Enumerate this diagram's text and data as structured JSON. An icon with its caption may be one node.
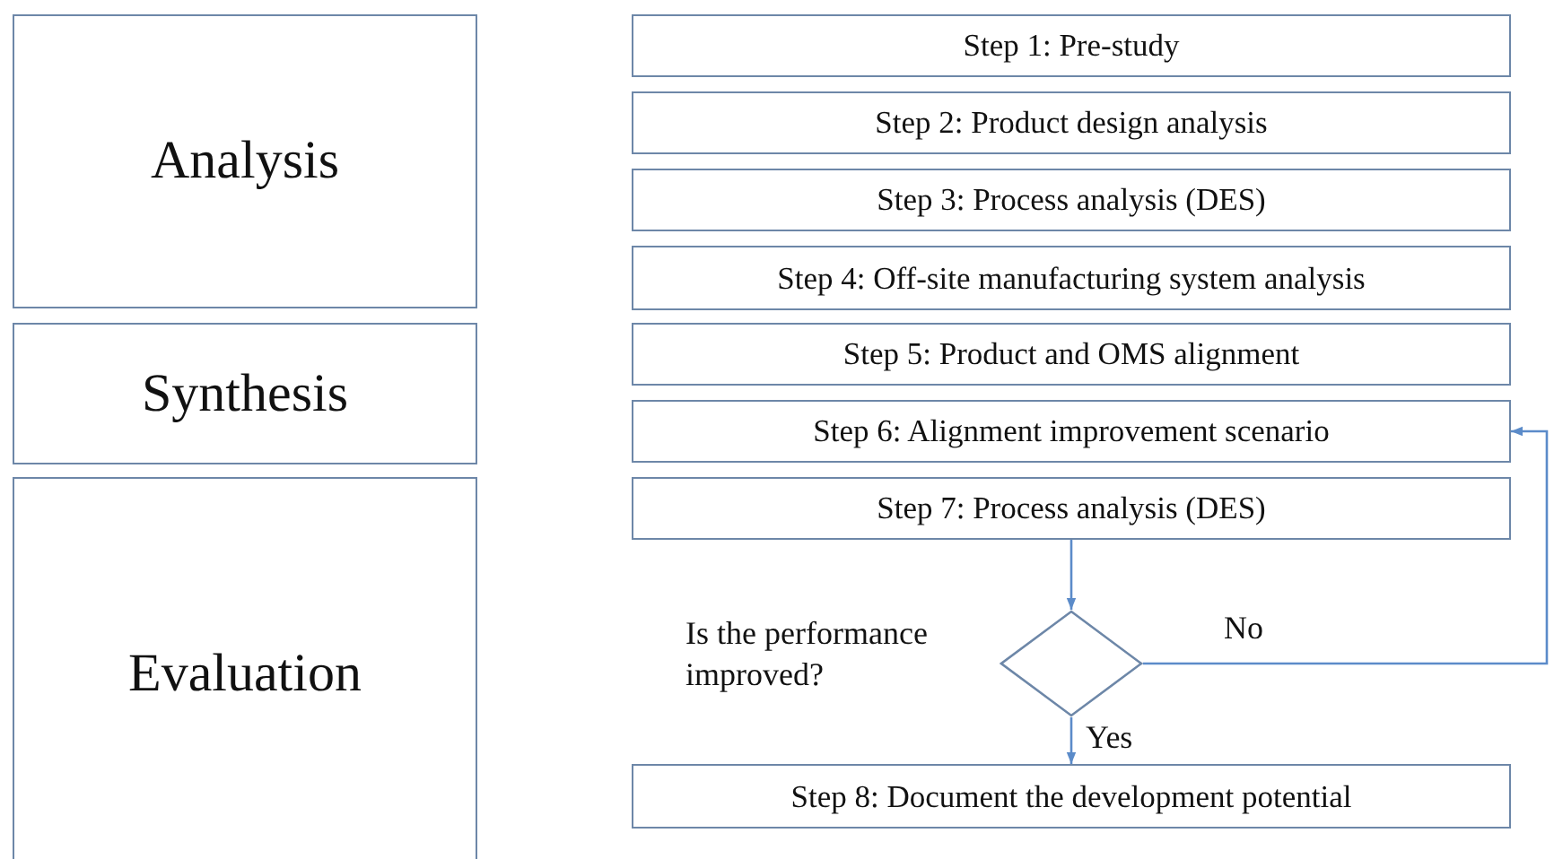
{
  "diagram": {
    "nodes": [
      {
        "text": [
          "Analysis"
        ]
      },
      {
        "text": [
          "Step 1: Pre-study"
        ]
      },
      {
        "text": [
          "Step 2: Product design analysis"
        ]
      },
      {
        "text": [
          "Step 3: Process analysis (DES)"
        ]
      },
      {
        "text": [
          "Step 4: Off-site manufacturing system analysis"
        ]
      },
      {
        "text": [
          "Synthesis"
        ]
      },
      {
        "text": [
          "Step 5: Product and OMS alignment"
        ]
      },
      {
        "text": [
          "Step 6: Alignment improvement scenario"
        ]
      },
      {
        "text": [
          "Evaluation"
        ]
      },
      {
        "text": [
          "Step 7: Process analysis (DES)"
        ]
      },
      {
        "text": [],
        "shape": "diamond",
        "beside": [
          "Is the performance improved?"
        ]
      },
      {
        "text": [
          "Step 8: Document the development potential"
        ]
      }
    ],
    "edges": [
      {
        "from": 9,
        "to": 10,
        "arrow": "to"
      },
      {
        "from": 10,
        "to": 11,
        "arrow": "to",
        "label": "Yes"
      },
      {
        "from": 10,
        "to": 7,
        "arrow": "to",
        "label": "No"
      }
    ]
  }
}
